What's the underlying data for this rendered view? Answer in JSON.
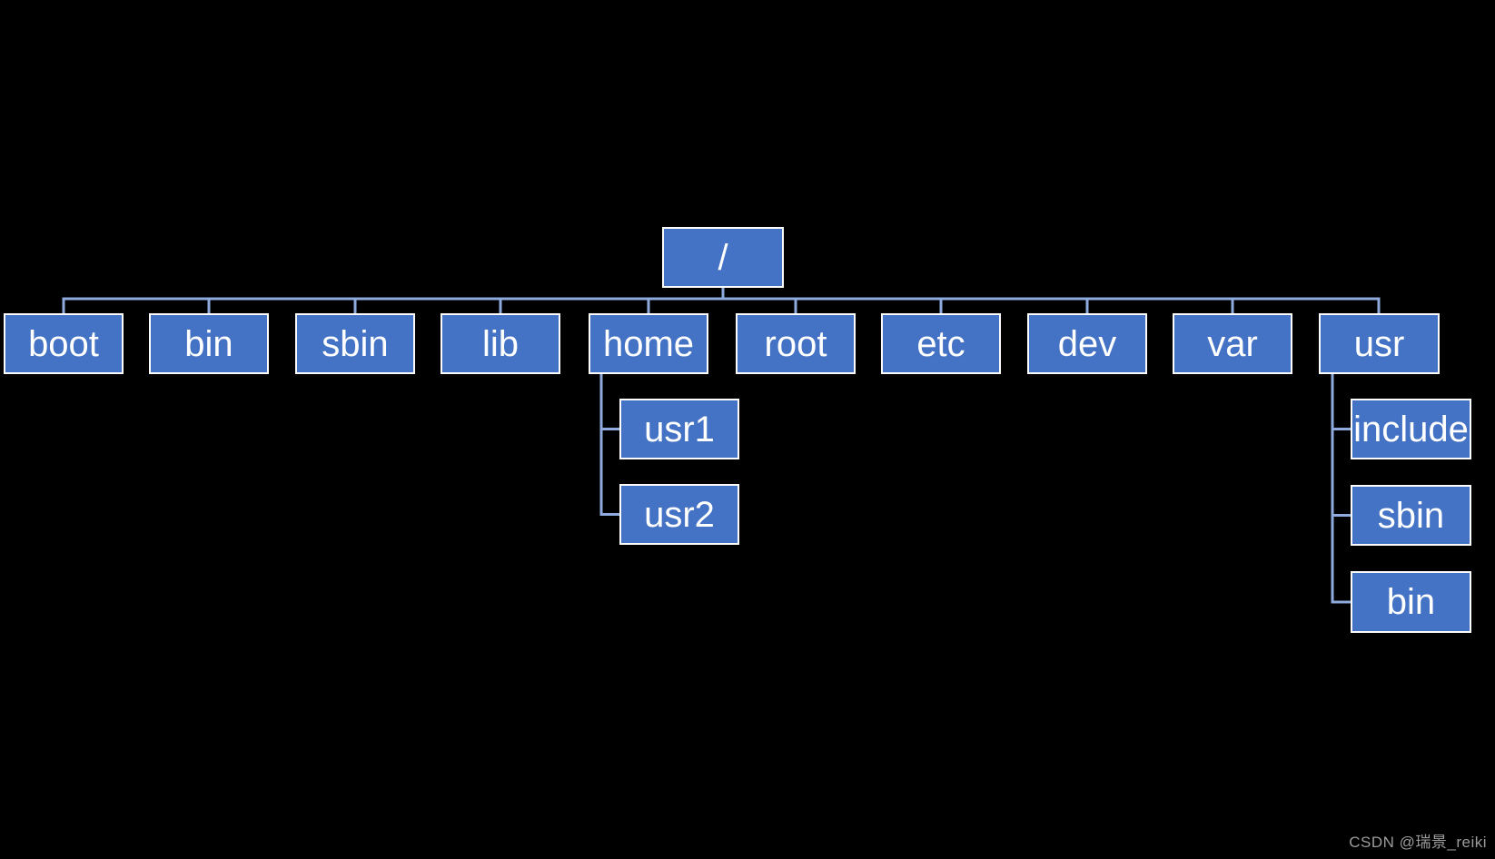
{
  "diagram": {
    "title_meaning": "Linux root filesystem directory tree",
    "root": {
      "label": "/"
    },
    "level1": [
      {
        "label": "boot"
      },
      {
        "label": "bin"
      },
      {
        "label": "sbin"
      },
      {
        "label": "lib"
      },
      {
        "label": "home"
      },
      {
        "label": "root"
      },
      {
        "label": "etc"
      },
      {
        "label": "dev"
      },
      {
        "label": "var"
      },
      {
        "label": "usr"
      }
    ],
    "home_children": [
      {
        "label": "usr1"
      },
      {
        "label": "usr2"
      }
    ],
    "usr_children": [
      {
        "label": "include"
      },
      {
        "label": "sbin"
      },
      {
        "label": "bin"
      }
    ],
    "colors": {
      "background": "#000000",
      "node_fill": "#4472C4",
      "node_border": "#FCFCFC",
      "node_text": "#FFFFFF",
      "connector": "#8FAADC",
      "watermark_text_color": "#9C9C9C"
    }
  },
  "watermark": {
    "text": "CSDN @瑞景_reiki"
  }
}
